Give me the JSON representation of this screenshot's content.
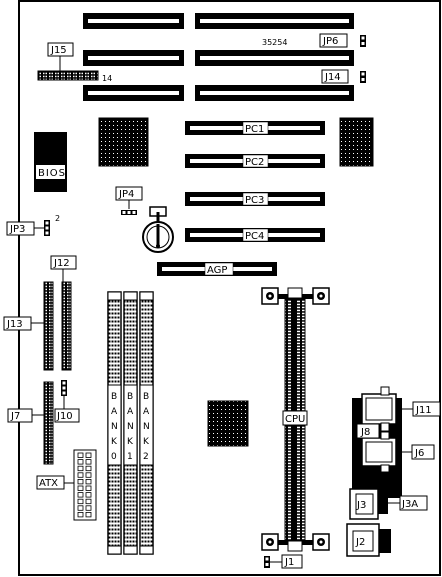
{
  "board_number": "35254",
  "labels": {
    "jp6": "JP6",
    "j15": "J15",
    "j15_pin": "14",
    "j14": "J14",
    "pc1": "PC1",
    "pc2": "PC2",
    "pc3": "PC3",
    "pc4": "PC4",
    "bios": "BIOS",
    "jp4": "JP4",
    "jp3": "JP3",
    "jp3_pin": "2",
    "agp": "AGP",
    "j12": "J12",
    "j13": "J13",
    "j10": "J10",
    "j7": "J7",
    "atx": "ATX",
    "bank0": [
      "B",
      "A",
      "N",
      "K",
      "0"
    ],
    "bank1": [
      "B",
      "A",
      "N",
      "K",
      "1"
    ],
    "bank2": [
      "B",
      "A",
      "N",
      "K",
      "2"
    ],
    "cpu": "CPU",
    "j11": "J11",
    "j8": "J8",
    "j6": "J6",
    "j3": "J3",
    "j3a": "J3A",
    "j2": "J2",
    "j1": "J1"
  },
  "colors": {
    "ink": "#000000",
    "paper": "#ffffff",
    "pin_gray": "#9a9a9a"
  }
}
